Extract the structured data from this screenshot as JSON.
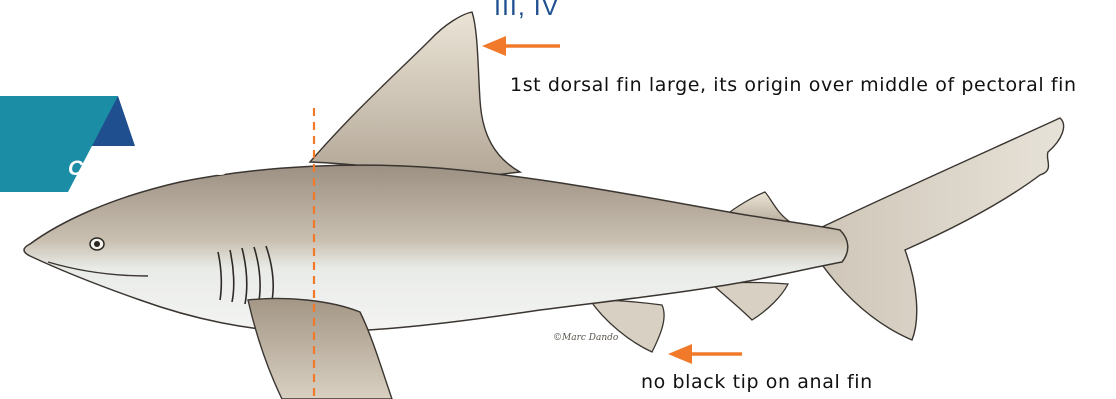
{
  "header": {
    "section_label": "III, IV"
  },
  "badge": {
    "species_name": "C. PLUMBEUS"
  },
  "annotations": {
    "dorsal_fin_note": "1st dorsal fin large, its origin over middle of pectoral fin",
    "anal_fin_note": "no black tip on anal fin"
  },
  "credit": {
    "artist": "©Marc Dando"
  },
  "colors": {
    "arrow": "#f07a2a",
    "guide_line": "#f07a2a",
    "badge_teal": "#1b8ea6",
    "badge_navy": "#1f4f8f",
    "shark_dorsal": "#a99d8f",
    "shark_flank": "#cfc5b6",
    "shark_belly": "#eef0ee"
  }
}
